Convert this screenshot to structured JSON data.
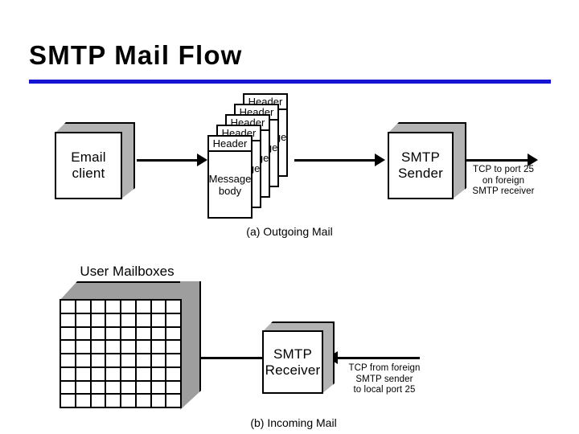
{
  "slide": {
    "title": "SMTP Mail Flow",
    "rule_color": "#1414d2",
    "background": "#ffffff"
  },
  "figure_a": {
    "caption": "(a) Outgoing Mail",
    "email_client": {
      "label": "Email\nclient"
    },
    "message_stack": {
      "count": 5,
      "header_label": "Header",
      "body_label": "Message\nbody"
    },
    "smtp_sender": {
      "label": "SMTP\nSender"
    },
    "tcp_note": "TCP to port 25\non foreign\nSMTP receiver"
  },
  "figure_b": {
    "caption": "(b) Incoming Mail",
    "mailboxes": {
      "label": "User Mailboxes",
      "columns": 8,
      "rows": 8
    },
    "smtp_receiver": {
      "label": "SMTP\nReceiver"
    },
    "tcp_note": "TCP from foreign\nSMTP sender\nto local port 25"
  },
  "colors": {
    "box_fill": "#ffffff",
    "box_shade": "#b3b3b3",
    "mailbox_shade": "#9e9e9e",
    "stroke": "#000000"
  }
}
